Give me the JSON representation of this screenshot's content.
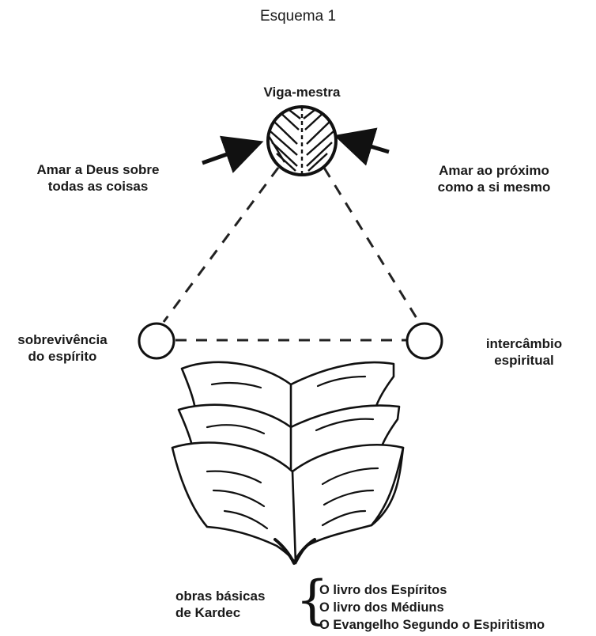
{
  "title": "Esquema 1",
  "nodes": {
    "top": {
      "label": "Viga-mestra"
    },
    "left": {
      "lines": [
        "sobrevivência",
        "do espírito"
      ]
    },
    "right": {
      "lines": [
        "intercâmbio",
        "espiritual"
      ]
    }
  },
  "arrows": {
    "left": {
      "lines": [
        "Amar a Deus sobre",
        "todas as coisas"
      ]
    },
    "right": {
      "lines": [
        "Amar ao próximo",
        "como a si mesmo"
      ]
    }
  },
  "books": {
    "label_lines": [
      "obras básicas",
      "de Kardec"
    ],
    "list": [
      "O livro dos Espíritos",
      "O livro dos Médiuns",
      "O Evangelho Segundo o Espiritismo"
    ]
  }
}
